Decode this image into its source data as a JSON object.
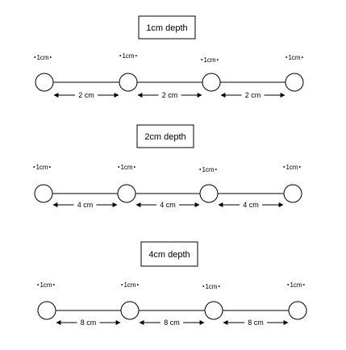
{
  "diagrams": [
    {
      "title": "1cm depth",
      "electrode_labels": [
        "1cm",
        "1cm",
        "1cm",
        "1cm"
      ],
      "spacing_labels": [
        "2 cm",
        "2 cm",
        "2 cm"
      ]
    },
    {
      "title": "2cm depth",
      "electrode_labels": [
        "1cm",
        "1cm",
        "1cm",
        "1cm"
      ],
      "spacing_labels": [
        "4 cm",
        "4 cm",
        "4 cm"
      ]
    },
    {
      "title": "4cm depth",
      "electrode_labels": [
        "1cm",
        "1cm",
        "1cm",
        "1cm"
      ],
      "spacing_labels": [
        "8 cm",
        "8 cm",
        "8 cm"
      ]
    }
  ]
}
